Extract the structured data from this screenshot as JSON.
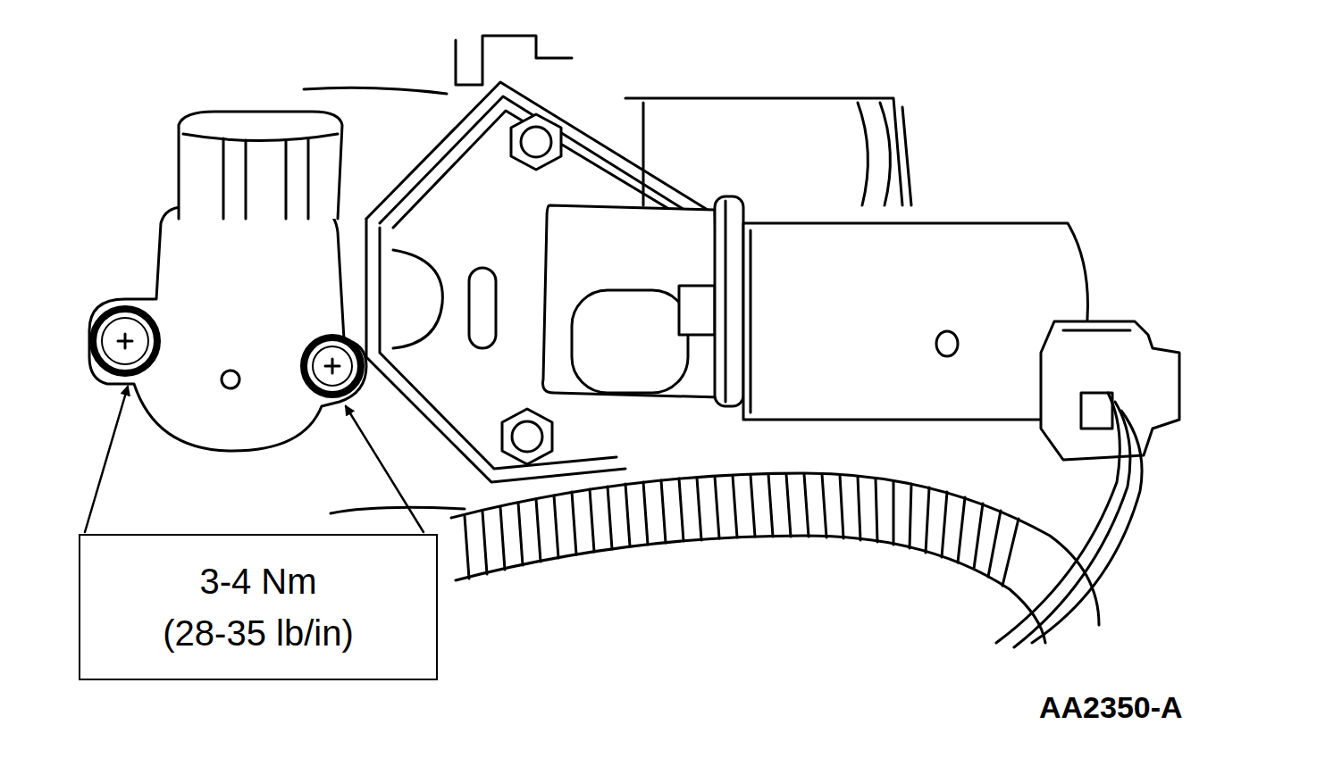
{
  "diagram": {
    "nodes": [
      {
        "text": [
          "3-4 Nm",
          "(28-35 lb/in)"
        ]
      }
    ],
    "labels": [
      "AA2350-A"
    ]
  }
}
